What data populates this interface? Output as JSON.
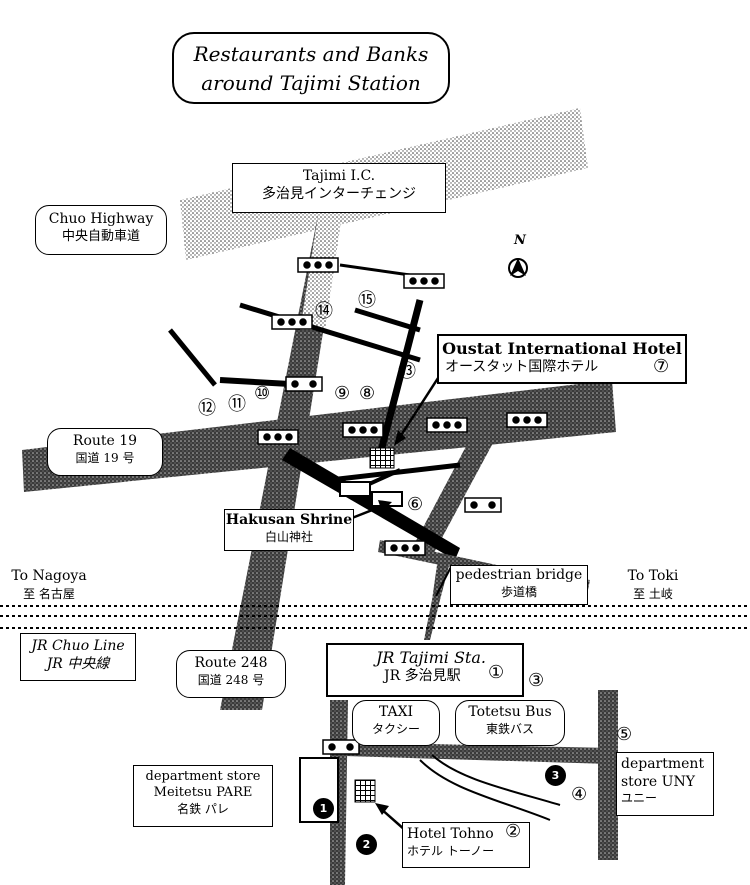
{
  "title": {
    "line1": "Restaurants and Banks",
    "line2": "around Tajimi Station"
  },
  "north": "N",
  "labels": {
    "tajimi_ic": {
      "en": "Tajimi I.C.",
      "jp": "多治見インターチェンジ"
    },
    "chuo_highway": {
      "en": "Chuo Highway",
      "jp": "中央自動車道"
    },
    "route19": {
      "en": "Route 19",
      "jp": "国道 19 号"
    },
    "oustat": {
      "en": "Oustat International Hotel",
      "jp": "オースタット国際ホテル"
    },
    "hakusan": {
      "en": "Hakusan Shrine",
      "jp": "白山神社"
    },
    "to_nagoya": {
      "en": "To Nagoya",
      "jp": "至 名古屋"
    },
    "to_toki": {
      "en": "To Toki",
      "jp": "至 土岐"
    },
    "pedestrian_bridge": {
      "en": "pedestrian bridge",
      "jp": "歩道橋"
    },
    "jr_chuo": {
      "en": "JR Chuo Line",
      "jp": "JR 中央線"
    },
    "route248": {
      "en": "Route 248",
      "jp": "国道 248 号"
    },
    "station": {
      "en": "JR Tajimi Sta.",
      "jp": "JR 多治見駅"
    },
    "taxi": {
      "en": "TAXI",
      "jp": "タクシー"
    },
    "totetsu": {
      "en": "Totetsu Bus",
      "jp": "東鉄バス"
    },
    "pare": {
      "en1": "department store",
      "en2": "Meitetsu PARE",
      "jp": "名鉄 パレ"
    },
    "uny": {
      "en1": "department",
      "en2": "store UNY",
      "jp": "ユニー"
    },
    "tohno": {
      "en": "Hotel Tohno",
      "jp": "ホテル トーノー"
    }
  },
  "markers": {
    "m1": "①",
    "m2": "②",
    "m3": "③",
    "m4": "④",
    "m5": "⑤",
    "m6": "⑥",
    "m7": "⑦",
    "m8": "⑧",
    "m9": "⑨",
    "m10": "⑩",
    "m11": "⑪",
    "m12": "⑫",
    "m13": "⑬",
    "m14": "⑭",
    "m15": "⑮",
    "d1": "1",
    "d2": "2",
    "d3": "3"
  }
}
